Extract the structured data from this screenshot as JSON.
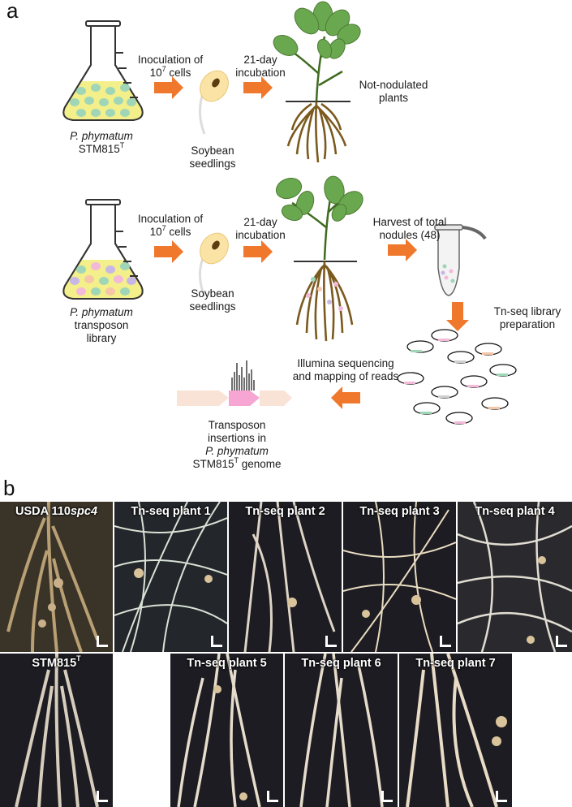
{
  "panel_a": {
    "letter": "a",
    "top_row": {
      "step1_line1": "Inoculation of",
      "step1_line2_pre": "10",
      "step1_line2_sup": "7",
      "step1_line2_post": " cells",
      "step2_line1": "21-day",
      "step2_line2": "incubation",
      "seedlings_line1": "Soybean",
      "seedlings_line2": "seedlings",
      "result_line1": "Not-nodulated",
      "result_line2": "plants",
      "flask_line1": "P. phymatum",
      "flask_line2_pre": "STM815",
      "flask_line2_sup": "T"
    },
    "bottom_row": {
      "step1_line1": "Inoculation  of",
      "step1_line2_pre": "10",
      "step1_line2_sup": "7",
      "step1_line2_post": " cells",
      "step2_line1": "21-day",
      "step2_line2": "incubation",
      "harvest_line1": "Harvest of total",
      "harvest_line2": "nodules (48)",
      "seedlings_line1": "Soybean",
      "seedlings_line2": "seedlings",
      "flask_line1": "P. phymatum",
      "flask_line2": "transposon",
      "flask_line3": "library",
      "tnseq_line1": "Tn-seq library",
      "tnseq_line2": "preparation"
    },
    "sequencing": {
      "line1": "Illumina sequencing",
      "line2": "and mapping of reads"
    },
    "insertions": {
      "line1": "Transposon",
      "line2": "insertions in",
      "line3": "P. phymatum",
      "line4_pre": "STM815",
      "line4_sup": "T",
      "line4_post": " genome"
    }
  },
  "panel_b": {
    "letter": "b",
    "photos": [
      {
        "label_pre": "USDA 110",
        "label_it": "spc4"
      },
      {
        "label_pre": "Tn-seq plant 1",
        "label_it": ""
      },
      {
        "label_pre": "Tn-seq plant 2",
        "label_it": ""
      },
      {
        "label_pre": "Tn-seq plant 3",
        "label_it": ""
      },
      {
        "label_pre": "Tn-seq plant 4",
        "label_it": ""
      },
      {
        "label_pre": "STM815",
        "label_sup": "T",
        "label_it": ""
      },
      {
        "label_pre": "Tn-seq plant 5",
        "label_it": ""
      },
      {
        "label_pre": "Tn-seq plant 6",
        "label_it": ""
      },
      {
        "label_pre": "Tn-seq plant 7",
        "label_it": ""
      }
    ]
  },
  "colors": {
    "arrow": "#f0782c",
    "flask_liquid": "#f3ef8a",
    "leaf": "#6aa84f",
    "root": "#7b5a1e",
    "seed": "#fbe3a6",
    "gene_block": "#f9e3d6",
    "gene_insert": "#f7a6d3"
  }
}
